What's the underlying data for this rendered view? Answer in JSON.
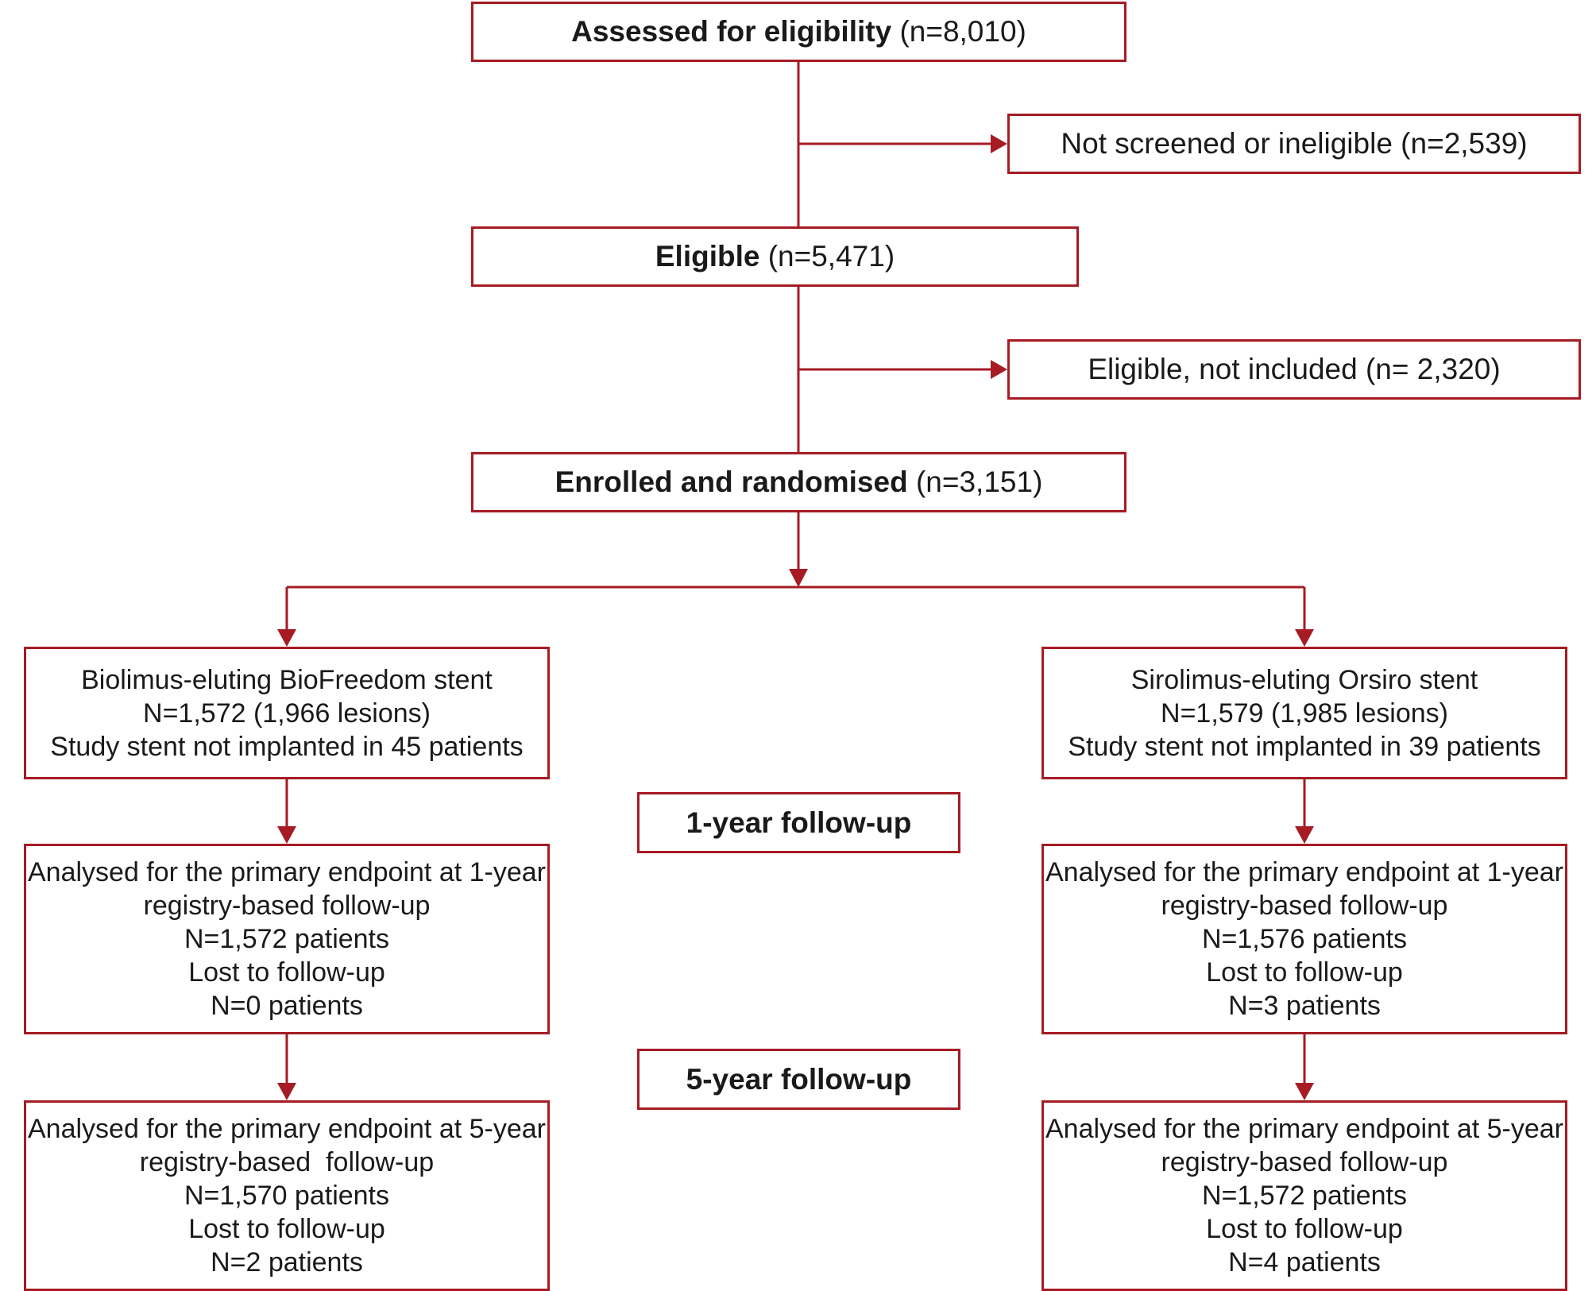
{
  "flow": {
    "assessed": {
      "label": "Assessed for eligibility",
      "count": "(n=8,010)"
    },
    "not_screened": {
      "text": "Not screened or ineligible (n=2,539)"
    },
    "eligible": {
      "label": "Eligible",
      "count": "(n=5,471)"
    },
    "not_included": {
      "text": "Eligible, not included (n= 2,320)"
    },
    "enrolled": {
      "label": "Enrolled and randomised",
      "count": "(n=3,151)"
    },
    "left_arm": {
      "line1": "Biolimus-eluting BioFreedom stent",
      "line2": "N=1,572 (1,966 lesions)",
      "line3": "Study stent not implanted in 45 patients"
    },
    "right_arm": {
      "line1": "Sirolimus-eluting Orsiro stent",
      "line2": "N=1,579 (1,985 lesions)",
      "line3": "Study stent not implanted in 39 patients"
    },
    "followup_1y_label": "1-year follow-up",
    "followup_5y_label": "5-year follow-up",
    "left_1y": {
      "line1": "Analysed for the primary endpoint at 1-year",
      "line2": "registry-based follow-up",
      "line3": "N=1,572 patients",
      "line4": "Lost to follow-up",
      "line5": "N=0 patients"
    },
    "right_1y": {
      "line1": "Analysed for the primary endpoint at 1-year",
      "line2": "registry-based follow-up",
      "line3": "N=1,576 patients",
      "line4": "Lost to follow-up",
      "line5": "N=3 patients"
    },
    "left_5y": {
      "line1": "Analysed for the primary endpoint at 5-year",
      "line2": "registry-based  follow-up",
      "line3": "N=1,570 patients",
      "line4": "Lost to follow-up",
      "line5": "N=2 patients"
    },
    "right_5y": {
      "line1": "Analysed for the primary endpoint at 5-year",
      "line2": "registry-based follow-up",
      "line3": "N=1,572 patients",
      "line4": "Lost to follow-up",
      "line5": "N=4 patients"
    }
  },
  "colors": {
    "accent": "#a61b24",
    "text": "#1a1a1a",
    "background": "#ffffff"
  }
}
